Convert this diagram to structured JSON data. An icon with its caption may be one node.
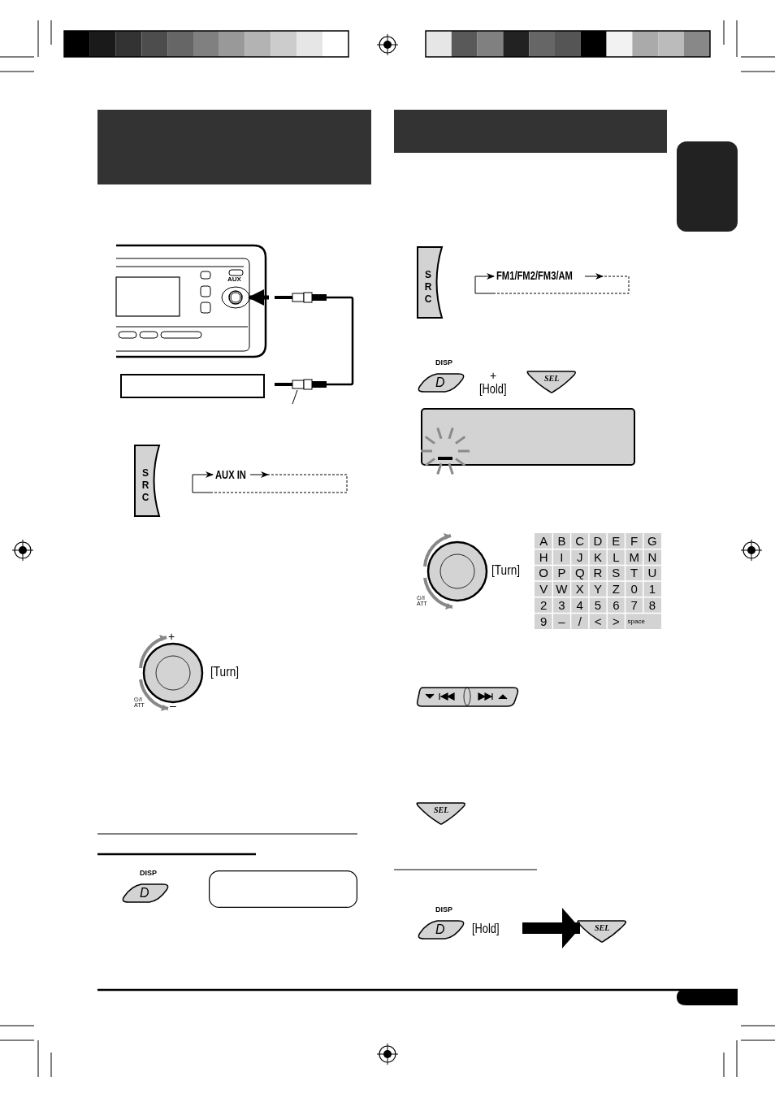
{
  "diagram": {
    "nodes": [
      {
        "text": [
          "S R C"
        ]
      },
      {
        "text": [
          "DISP",
          "D"
        ]
      },
      {
        "text": [
          "S R C"
        ]
      },
      {
        "text": [
          "DISP",
          "D"
        ]
      },
      {
        "text": [
          "SEL"
        ]
      },
      {
        "text": [
          "SEL"
        ]
      },
      {
        "text": [
          "DISP",
          "D"
        ],
        "beside": [
          "[Hold]"
        ]
      },
      {
        "text": [
          "SEL"
        ]
      },
      {
        "text": [],
        "shape": "box"
      },
      {
        "text": [],
        "shape": "box"
      },
      {
        "text": [],
        "shape": "box"
      }
    ],
    "edges": [
      {
        "from": 6,
        "to": 7,
        "arrow": "to"
      }
    ],
    "labels": [
      "AUX",
      "AUX IN",
      "+",
      "[Turn]",
      "⏻/I ATT",
      "–",
      "FM1/FM2/FM3/AM",
      "+",
      "[Hold]",
      "[Turn]",
      "⏻/I ATT",
      "A",
      "B",
      "C",
      "D",
      "E",
      "F",
      "G",
      "H",
      "I",
      "J",
      "K",
      "L",
      "M",
      "N",
      "O",
      "P",
      "Q",
      "R",
      "S",
      "T",
      "U",
      "V",
      "W",
      "X",
      "Y",
      "Z",
      "0",
      "1",
      "2",
      "3",
      "4",
      "5",
      "6",
      "7",
      "8",
      "9",
      "–",
      "/",
      "<",
      ">",
      "space"
    ]
  }
}
